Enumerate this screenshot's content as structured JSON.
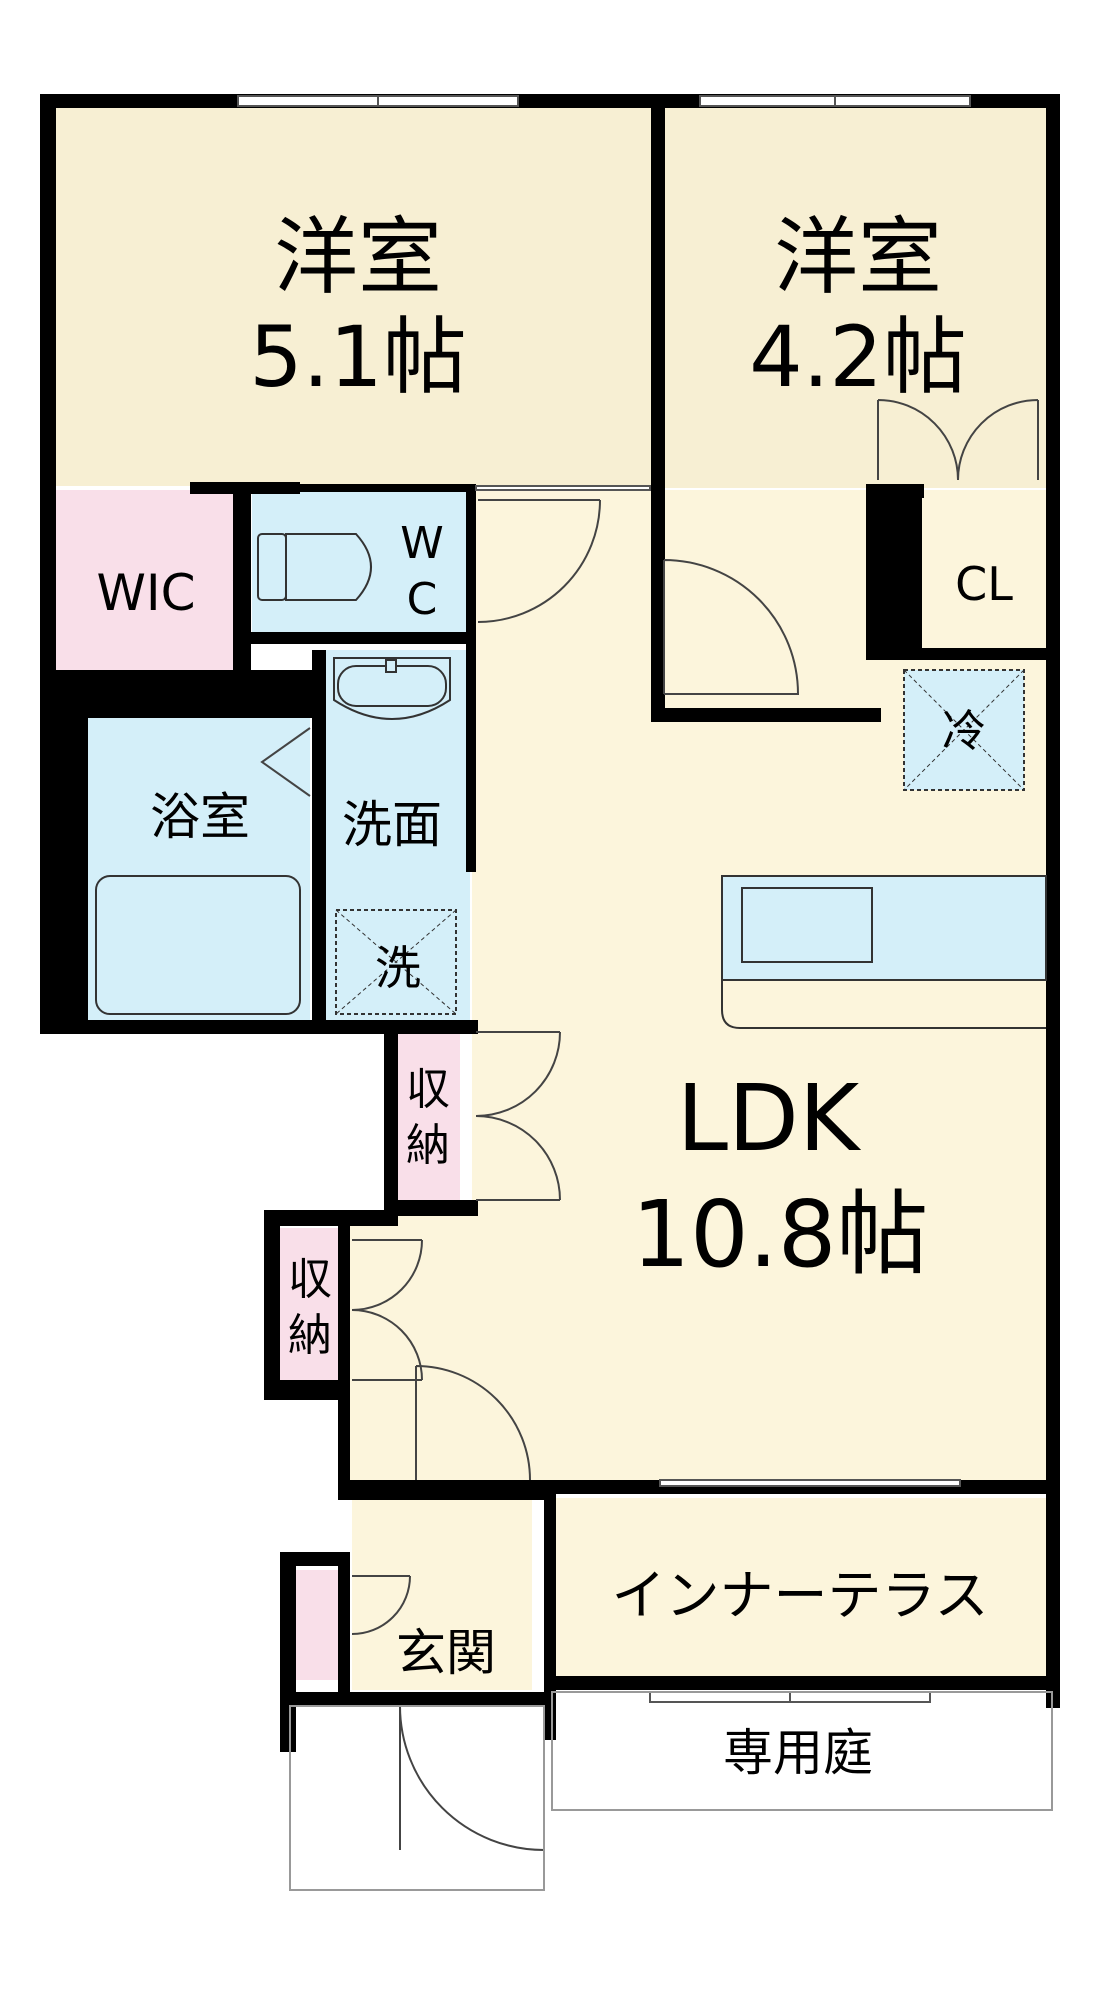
{
  "rooms": {
    "western_room_1": {
      "name": "洋室",
      "size": "5.1帖"
    },
    "western_room_2": {
      "name": "洋室",
      "size": "4.2帖"
    },
    "wic": {
      "name": "WIC"
    },
    "wc": {
      "line1": "W",
      "line2": "C"
    },
    "closet": {
      "name": "CL"
    },
    "fridge": {
      "name": "冷"
    },
    "bathroom": {
      "name": "浴室"
    },
    "washroom": {
      "name": "洗面"
    },
    "washer": {
      "name": "洗"
    },
    "storage_1": {
      "line1": "収",
      "line2": "納"
    },
    "storage_2": {
      "line1": "収",
      "line2": "納"
    },
    "ldk": {
      "name": "LDK",
      "size": "10.8帖"
    },
    "inner_terrace": {
      "name": "インナーテラス"
    },
    "entrance": {
      "name": "玄関"
    },
    "private_garden": {
      "name": "専用庭"
    }
  },
  "colors": {
    "wall": "#000000",
    "western_room": "#f7efd3",
    "ldk": "#fcf5dc",
    "wet_area": "#d4eff9",
    "storage": "#f9dfe9",
    "outline": "#bbbbbb"
  }
}
